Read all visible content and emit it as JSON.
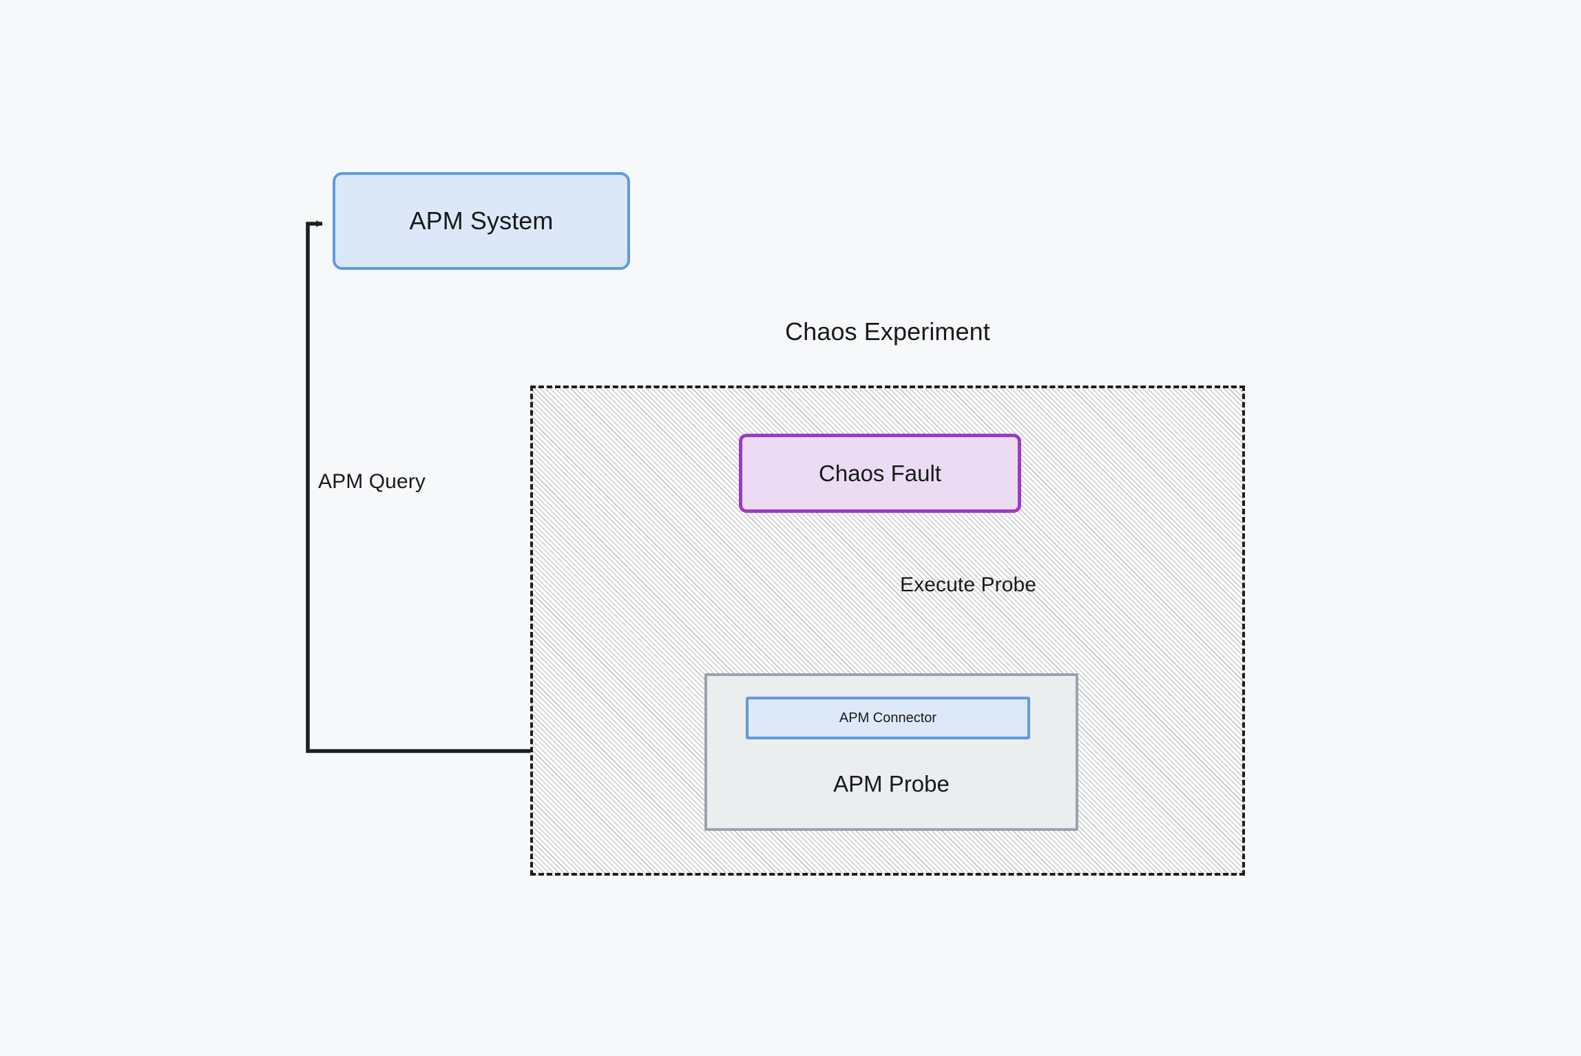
{
  "diagram": {
    "title": "Chaos Experiment",
    "background_color": "#f7f8fa",
    "nodes": {
      "apm_system": {
        "label": "APM System",
        "fill": "#dce8f7",
        "border": "#5f9ade"
      },
      "chaos_fault": {
        "label": "Chaos Fault",
        "fill": "#ecdcf3",
        "border": "#9f39c6"
      },
      "apm_probe": {
        "label": "APM Probe",
        "fill": "#ebedef",
        "border": "#9aa3ad"
      },
      "apm_connector": {
        "label": "APM Connector",
        "fill": "#dde8f8",
        "border": "#5f9ade"
      }
    },
    "cluster": {
      "label": "Chaos Experiment",
      "border": "#1b1d1f",
      "border_style": "dashed",
      "fill_pattern": "diagonal-hatch"
    },
    "edges": [
      {
        "id": "execute-probe",
        "label": "Execute Probe",
        "from": "chaos_fault",
        "to": "apm_probe",
        "direction": "down",
        "arrowhead": true
      },
      {
        "id": "apm-query",
        "label": "APM Query",
        "from": "apm_probe",
        "to": "apm_system",
        "direction": "left-up-right",
        "arrowhead": true
      }
    ]
  }
}
